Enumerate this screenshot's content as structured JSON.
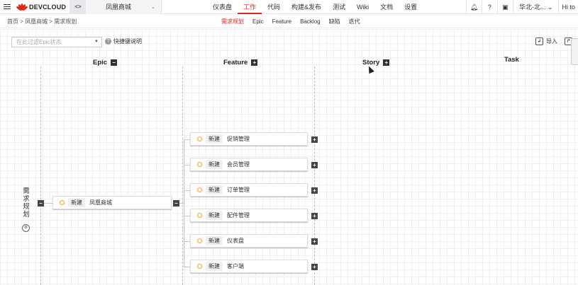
{
  "topbar": {
    "logo_text": "DEVCLOUD",
    "code_icon": "<>",
    "project_name": "凤凰商城",
    "nav": [
      "仪表盘",
      "工作",
      "代码",
      "构建&发布",
      "测试",
      "Wiki",
      "文档",
      "设置"
    ],
    "nav_active_index": 1,
    "region": "华北-北...",
    "user": "Hi to"
  },
  "subbar": {
    "breadcrumb": "首页 > 凤凰商城 > 需求规划",
    "tabs": [
      "需求规划",
      "Epic",
      "Feature",
      "Backlog",
      "缺陷",
      "迭代"
    ]
  },
  "toolbar": {
    "filter_placeholder": "在此过滤Epic状态",
    "shortcut_label": "快捷键说明",
    "import_label": "导入"
  },
  "columns": {
    "epic": "Epic",
    "feature": "Feature",
    "story": "Story",
    "task": "Task"
  },
  "root": {
    "label": "需求规划"
  },
  "epic_card": {
    "status": "新建",
    "name": "凤凰商城"
  },
  "features": [
    {
      "status": "新建",
      "name": "促销管理"
    },
    {
      "status": "新建",
      "name": "会员管理"
    },
    {
      "status": "新建",
      "name": "订单管理"
    },
    {
      "status": "新建",
      "name": "配件管理"
    },
    {
      "status": "新建",
      "name": "仪表盘"
    },
    {
      "status": "新建",
      "name": "客户端"
    }
  ],
  "colors": {
    "accent": "#e1251b",
    "status_ring": "#f5a623"
  },
  "icons": {
    "menu": "hamburger-icon",
    "collapse": "minus-square-icon",
    "expand": "plus-square-icon"
  }
}
